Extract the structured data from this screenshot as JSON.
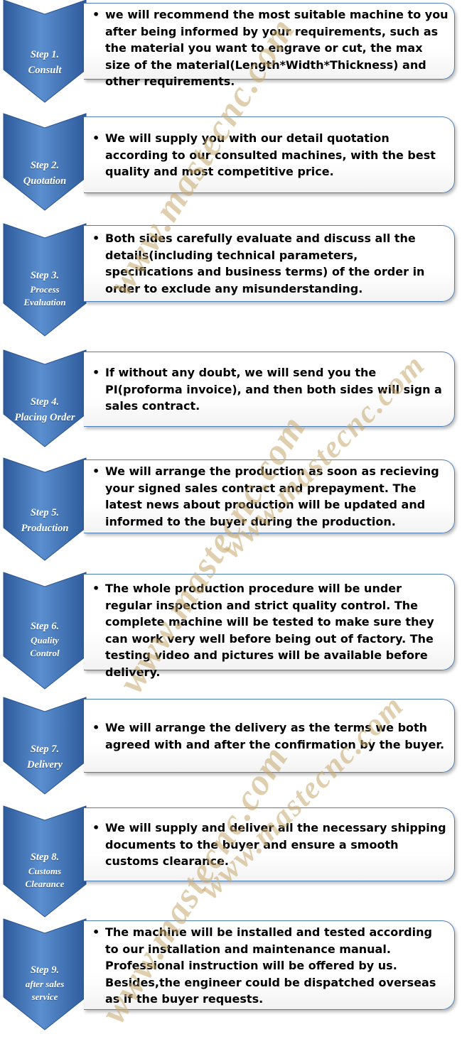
{
  "steps": [
    {
      "label_lines": [
        "Step 1.",
        "Consult"
      ],
      "text": "we will recommend the most suitable machine to you after being informed by your requirements, such as the material you want to engrave or cut, the max size of the material(Length*Width*Thickness) and other requirements."
    },
    {
      "label_lines": [
        "Step 2.",
        "Quotation"
      ],
      "text": "We will supply you with our detail quotation according to our consulted machines, with the best quality and most competitive price."
    },
    {
      "label_lines": [
        "Step 3.",
        "Process",
        "Evaluation"
      ],
      "text": "Both sides carefully evaluate and discuss all the details(including technical parameters, specifications and business terms) of the order in order to exclude any misunderstanding."
    },
    {
      "label_lines": [
        "Step 4.",
        "Placing Order"
      ],
      "text": "If without any doubt, we will send you the PI(proforma invoice), and then both sides will sign a sales contract."
    },
    {
      "label_lines": [
        "Step 5.",
        "Production"
      ],
      "text": "We will arrange the production as soon as recieving your signed sales contract and prepayment. The latest news about production will be updated and informed to the buyer during the production."
    },
    {
      "label_lines": [
        "Step 6.",
        "Quality",
        "Control"
      ],
      "text": "The whole production procedure will be under regular inspection and strict quality control. The complete machine will be tested to make sure they can work very well before being out of factory. The testing video and pictures will be available before delivery."
    },
    {
      "label_lines": [
        "Step 7.",
        "Delivery"
      ],
      "text": "We will arrange the delivery as the terms we both agreed with and after the confirmation by the buyer."
    },
    {
      "label_lines": [
        "Step 8.",
        "Customs",
        "Clearance"
      ],
      "text": "We will supply and deliver all the necessary shipping documents to the buyer and ensure a smooth customs clearance."
    },
    {
      "label_lines": [
        "Step 9.",
        "after sales",
        "service"
      ],
      "text": "The machine will be installed and tested according to our installation and maintenance manual. Professional instruction will be offered by us. Besides,the engineer could be dispatched overseas as if the buyer requests."
    }
  ],
  "watermark": "www.mastecnc.com",
  "colors": {
    "chevron_light": "#5b8fd0",
    "chevron_dark": "#2d5a9a",
    "card_border": "#4f7fb8",
    "watermark": "#c4a86e"
  }
}
